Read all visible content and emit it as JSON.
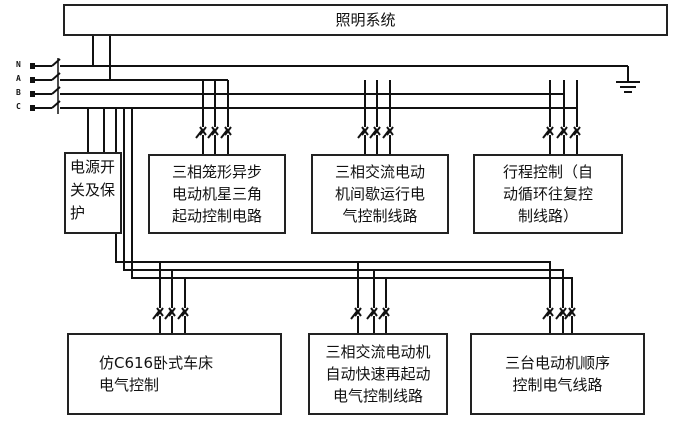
{
  "lighting": {
    "label": "照明系统"
  },
  "phases": [
    "N",
    "A",
    "B",
    "C"
  ],
  "power_box": {
    "lines": [
      "电源开",
      "关及保",
      "护"
    ]
  },
  "top_boxes": [
    {
      "id": "star-delta",
      "lines": [
        "三相笼形异步",
        "电动机星三角",
        "起动控制电路"
      ]
    },
    {
      "id": "intermittent",
      "lines": [
        "三相交流电动",
        "机间歇运行电",
        "气控制线路"
      ]
    },
    {
      "id": "travel",
      "lines": [
        "行程控制（自",
        "动循环往复控",
        "制线路）"
      ]
    }
  ],
  "bottom_boxes": [
    {
      "id": "lathe",
      "lines": [
        "仿C616卧式车床",
        "电气控制"
      ]
    },
    {
      "id": "restart",
      "lines": [
        "三相交流电动机",
        "自动快速再起动",
        "电气控制线路"
      ]
    },
    {
      "id": "sequence",
      "lines": [
        "三台电动机顺序",
        "控制电气线路"
      ]
    }
  ]
}
